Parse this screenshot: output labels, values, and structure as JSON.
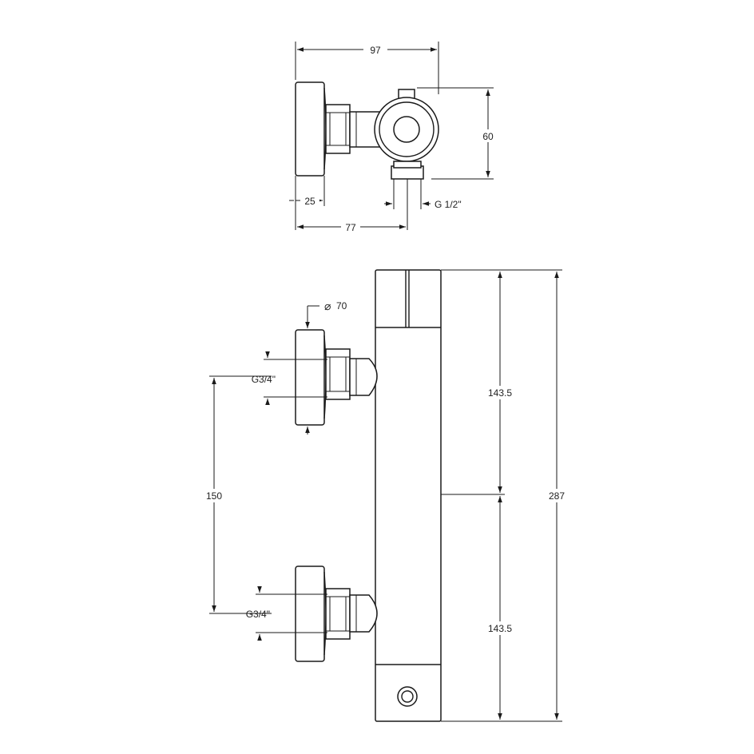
{
  "dimensions": {
    "top_width": "97",
    "top_height": "60",
    "top_wall_depth": "25",
    "top_outlet_offset": "77",
    "outlet_thread": "G 1/2\"",
    "flange_diameter": "70",
    "upper_inlet_thread": "G3/4\"",
    "lower_inlet_thread": "G3/4\"",
    "inlet_spacing": "150",
    "upper_height": "143.5",
    "lower_height": "143.5",
    "total_height": "287"
  },
  "symbols": {
    "diameter": "⌀"
  },
  "colors": {
    "line": "#1a1a1a",
    "background": "#ffffff"
  }
}
